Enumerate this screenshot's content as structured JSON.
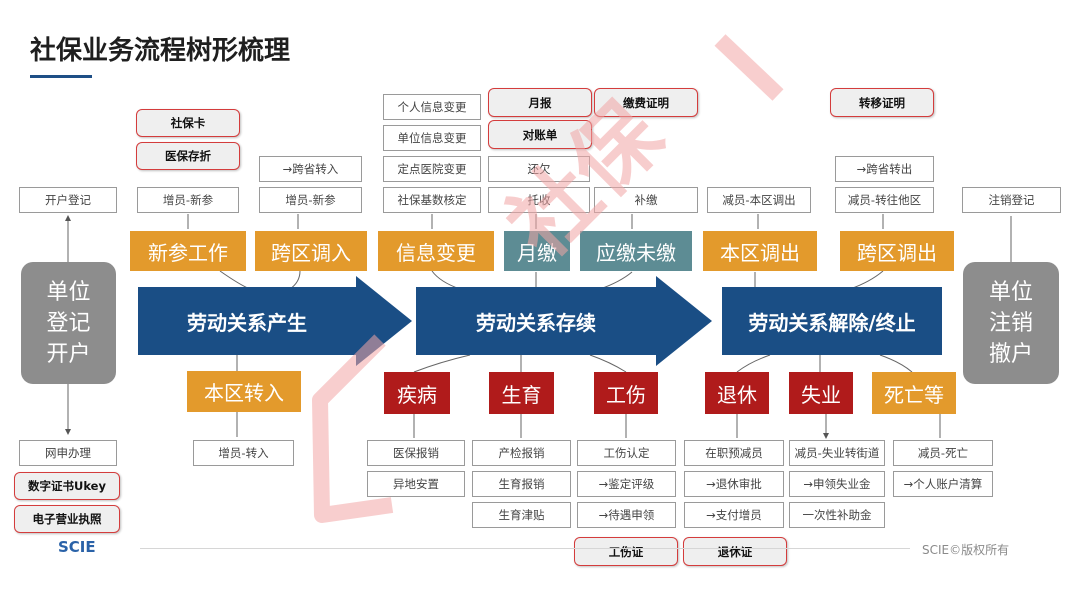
{
  "title": "社保业务流程树形梳理",
  "footer": {
    "logo": "SCIE",
    "copyright": "SCIE©版权所有"
  },
  "watermark": {
    "text": "社保",
    "color": "#f2a6a6"
  },
  "colors": {
    "stage": "#1a4e85",
    "orange": "#e39a2c",
    "teal": "#5d8c94",
    "red": "#b01b1b",
    "side": "#8d8d8d"
  },
  "left_block": {
    "label": "单位\n登记\n开户",
    "top": "开户登记",
    "bottom": "网申办理"
  },
  "right_block": {
    "label": "单位\n注销\n撤户",
    "top": "注销登记"
  },
  "left_tags": [
    "数字证书Ukey",
    "电子营业执照"
  ],
  "stages": [
    "劳动关系产生",
    "劳动关系存续",
    "劳动关系解除/终止"
  ],
  "upper": {
    "xin_can": {
      "label": "新参工作",
      "box": "增员-新参",
      "tags": [
        "社保卡",
        "医保存折"
      ]
    },
    "kua_ru": {
      "label": "跨区调入",
      "boxes": [
        "→跨省转入",
        "增员-新参"
      ]
    },
    "xin_xi": {
      "label": "信息变更",
      "boxes": [
        "个人信息变更",
        "单位信息变更",
        "定点医院变更",
        "社保基数核定"
      ]
    },
    "yue_jiao": {
      "label": "月缴",
      "boxes": [
        "还欠",
        "托收"
      ],
      "tags": [
        "月报",
        "对账单"
      ]
    },
    "wei_jiao": {
      "label": "应缴未缴",
      "box": "补缴",
      "tag": "缴费证明"
    },
    "ben_chu": {
      "label": "本区调出",
      "box": "减员-本区调出"
    },
    "kua_chu": {
      "label": "跨区调出",
      "boxes": [
        "→跨省转出",
        "减员-转往他区"
      ],
      "tag": "转移证明"
    }
  },
  "lower": {
    "ben_ru": {
      "label": "本区转入",
      "box": "增员-转入"
    },
    "ji_bing": {
      "label": "疾病",
      "boxes": [
        "医保报销",
        "异地安置"
      ]
    },
    "sheng_yu": {
      "label": "生育",
      "boxes": [
        "产检报销",
        "生育报销",
        "生育津贴"
      ]
    },
    "gong_shang": {
      "label": "工伤",
      "boxes": [
        "工伤认定",
        "→鉴定评级",
        "→待遇申领"
      ],
      "tag": "工伤证"
    },
    "tui_xiu": {
      "label": "退休",
      "boxes": [
        "在职预减员",
        "→退休审批",
        "→支付增员"
      ],
      "tag": "退休证"
    },
    "shi_ye": {
      "label": "失业",
      "boxes": [
        "减员-失业转街道",
        "→申领失业金",
        "一次性补助金"
      ]
    },
    "si_wang": {
      "label": "死亡等",
      "boxes": [
        "减员-死亡",
        "→个人账户清算"
      ]
    }
  }
}
